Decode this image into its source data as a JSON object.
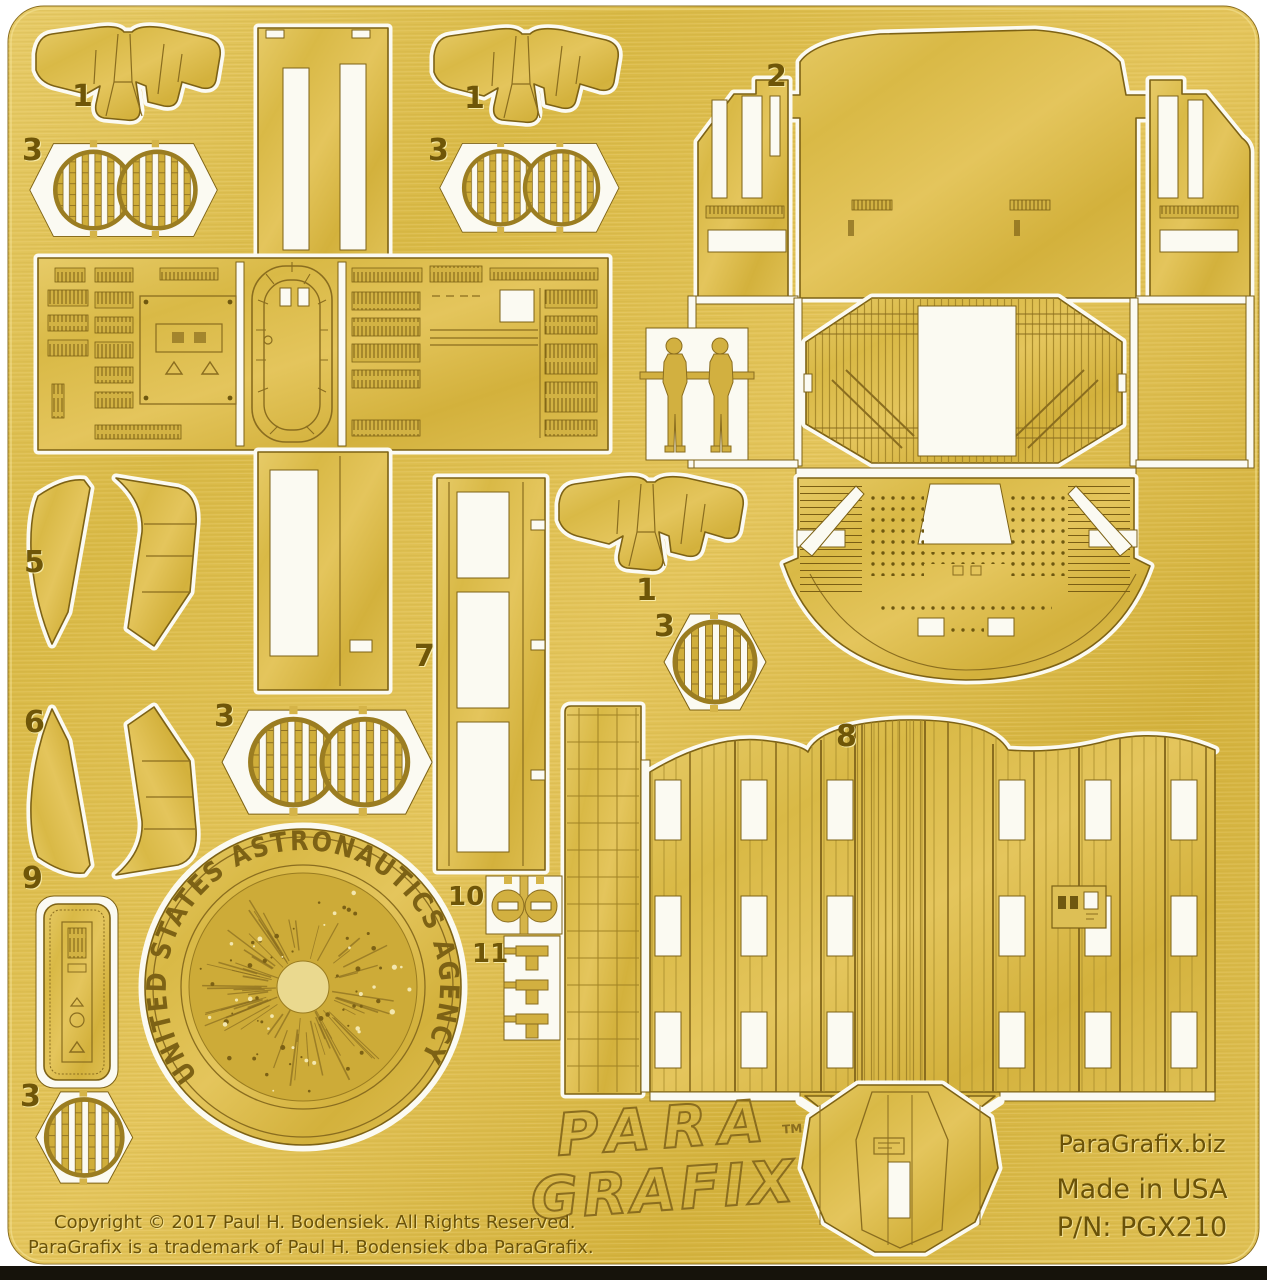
{
  "sheet": {
    "emblem_text": "UNITED STATES ASTRONAUTICS AGENCY",
    "brand": {
      "line1": "PARA",
      "line2": "GRAFIX",
      "tm": "TM"
    },
    "footer": {
      "website": "ParaGrafix.biz",
      "made_in": "Made in USA",
      "part_number": "P/N: PGX210",
      "copyright": "Copyright © 2017 Paul H. Bodensiek. All Rights Reserved.",
      "trademark_notice": "ParaGrafix is a trademark of Paul H. Bodensiek dba ParaGrafix."
    },
    "colors": {
      "brass": "#d9b946",
      "etch_line": "#8a6d1f",
      "cutout": "#fbfaf2",
      "engraved_text": "#6a5208"
    }
  },
  "part_labels": [
    {
      "label": "1"
    },
    {
      "label": "3"
    },
    {
      "label": "1"
    },
    {
      "label": "3"
    },
    {
      "label": "2"
    },
    {
      "label": "5"
    },
    {
      "label": "6"
    },
    {
      "label": "7"
    },
    {
      "label": "1"
    },
    {
      "label": "3"
    },
    {
      "label": "3"
    },
    {
      "label": "8"
    },
    {
      "label": "9"
    },
    {
      "label": "10"
    },
    {
      "label": "11"
    },
    {
      "label": "3"
    }
  ]
}
